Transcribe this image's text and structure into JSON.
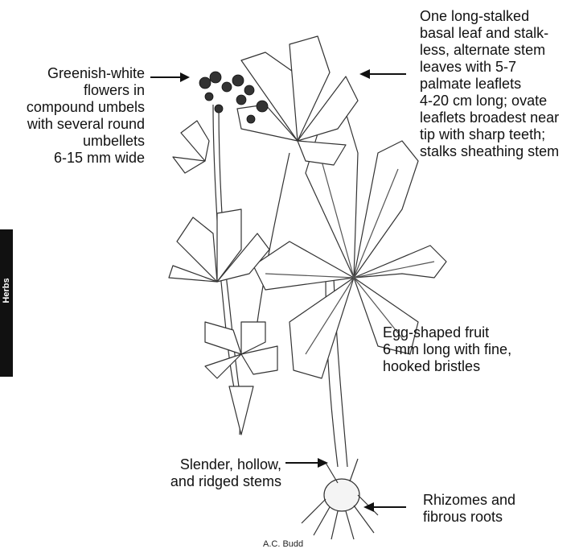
{
  "side_tab": {
    "text": "Herbs"
  },
  "labels": {
    "flowers": "Greenish-white\nflowers in\ncompound umbels\nwith several round\numbellets\n6-15 mm wide",
    "leaves": "One long-stalked\nbasal leaf and stalk-\nless, alternate stem\nleaves with 5-7\npalmate leaflets\n4-20 cm long; ovate\nleaflets broadest near\ntip with sharp teeth;\nstalks sheathing stem",
    "fruit": "Egg-shaped fruit\n6 mm long with fine,\nhooked bristles",
    "stems": "Slender, hollow,\nand ridged stems",
    "roots": "Rhizomes and\nfibrous roots"
  },
  "credit": "A.C. Budd",
  "colors": {
    "ink": "#111111",
    "background": "#ffffff"
  }
}
